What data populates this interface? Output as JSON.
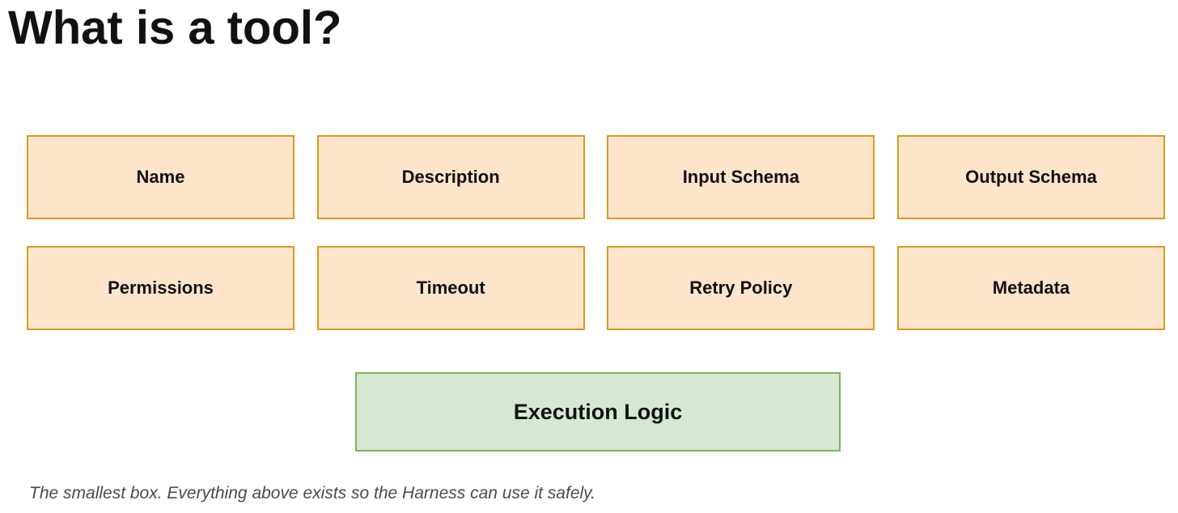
{
  "title": "What is a tool?",
  "colors": {
    "property_fill": "#fde5cc",
    "property_border": "#d99a1b",
    "core_fill": "#d6e8d4",
    "core_border": "#80b25d",
    "caption_text": "#4a4a4a"
  },
  "properties": [
    "Name",
    "Description",
    "Input Schema",
    "Output Schema",
    "Permissions",
    "Timeout",
    "Retry Policy",
    "Metadata"
  ],
  "core": {
    "label": "Execution Logic"
  },
  "caption": "The smallest box. Everything above exists so the Harness can use it safely."
}
